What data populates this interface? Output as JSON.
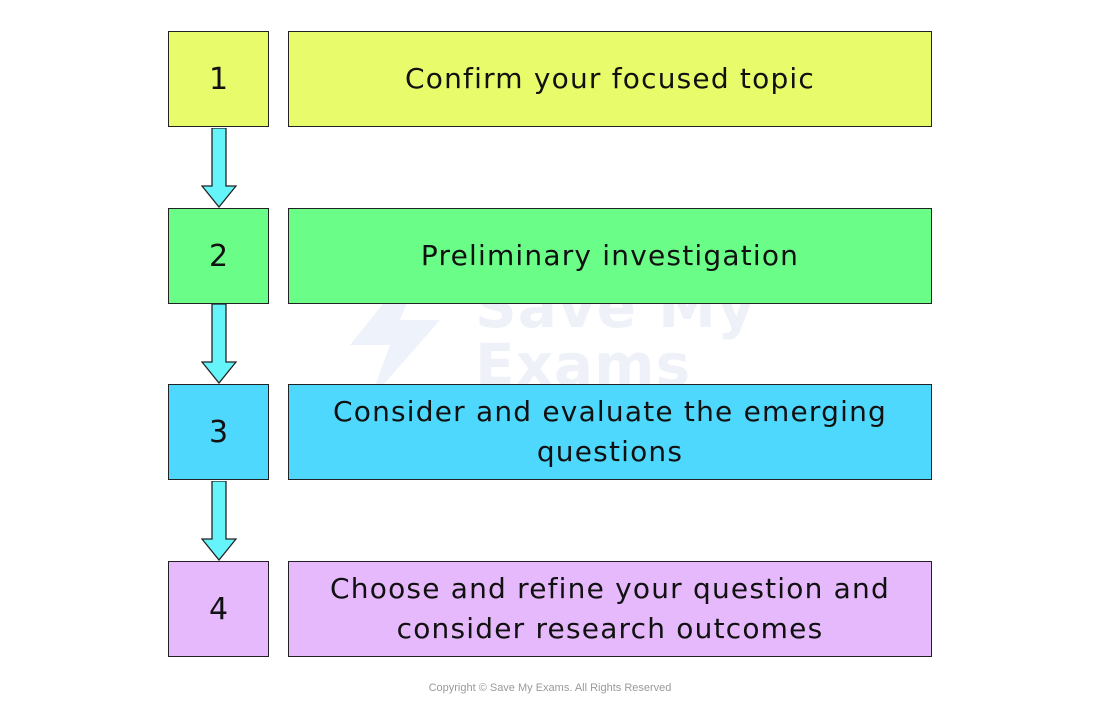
{
  "steps": [
    {
      "number": "1",
      "text": "Confirm your focused topic",
      "color": "#e8fb6b"
    },
    {
      "number": "2",
      "text": "Preliminary investigation",
      "color": "#6afe88"
    },
    {
      "number": "3",
      "text": "Consider and evaluate the emerging questions",
      "color": "#4fd8fe"
    },
    {
      "number": "4",
      "text": "Choose and refine your question and consider research outcomes",
      "color": "#e5b9fb"
    }
  ],
  "arrow_color": "#66f4fb",
  "watermark": {
    "line1": "Save My",
    "line2": "Exams"
  },
  "copyright": "Copyright © Save My Exams. All Rights Reserved"
}
